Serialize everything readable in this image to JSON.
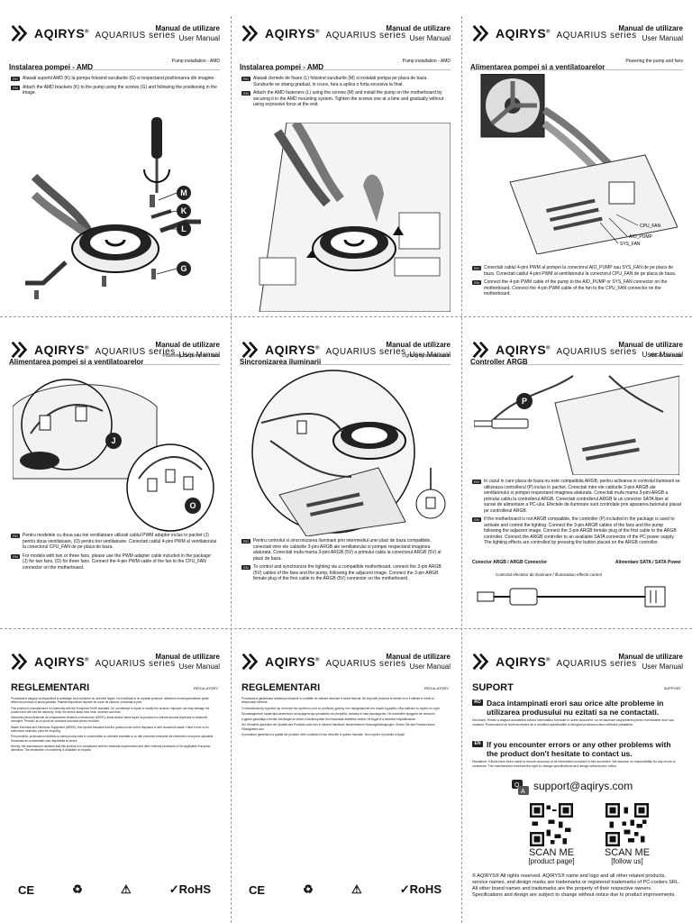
{
  "header": {
    "brand": "AQIRYS",
    "trademark": "®",
    "series": "AQUARIUS series",
    "manual_ro": "Manual de utilizare",
    "manual_en": "User Manual"
  },
  "flags": {
    "ro": "RO",
    "en": "EN"
  },
  "panels": [
    {
      "title": "Instalarea pompei - AMD",
      "subtitle": "Pump installation - AMD",
      "steps": [
        "Atasati suportii AMD (K) la pompa folosind suruburile (G) si respectand pozitionarea din imagine.",
        "Attach the AMD brackets (K) to the pump using the screws (G) and following the positioning in the image."
      ],
      "labels": [
        "M",
        "K",
        "L",
        "G"
      ]
    },
    {
      "title": "Instalarea pompei - AMD",
      "subtitle": "Pump installation - AMD",
      "steps": [
        "Atasati clemele de fixare (L) folosind suruburile (M) si instalati pompa pe placa de baza. Suruburile se strang gradual, in cruce, fara a aplica o forta excesiva la final.",
        "Attach the AMD fasteners (L) using the screws (M) and install the pump on the motherboard by securing it in the AMD mounting system. Tighten the screws one at a time and gradually without using excessive force at the end."
      ]
    },
    {
      "title": "Alimentarea pompei si a ventilatoarelor",
      "subtitle": "Powering the pump and fans",
      "labels": [
        "CPU_FAN",
        "AIO_PUMP",
        "SYS_FAN"
      ],
      "steps": [
        "Conectati cablul 4-pini PWM al pompei la conectorul AIO_PUMP sau SYS_FAN de pe placa de baza. Conectati cablul 4-pini PWM al ventilatorului la conectorul CPU_FAN de pe placa de baza.",
        "Connect the 4-pin PWM cable of the pump to the AIO_PUMP or SYS_FAN connector on the motherboard. Connect the 4-pin PWM cable of the fan to the CPU_FAN connector on the motherboard."
      ]
    },
    {
      "title": "Alimentarea pompei si a ventilatoarelor",
      "subtitle": "Powering the pump and fans",
      "labels": [
        "J",
        "O"
      ],
      "steps": [
        "Pentru modelele cu doua sau trei ventilatoare utilizati cablul PWM adaptor inclus in pachet (J) pentru doua ventilatoare, (O) pentru trei ventilatoare. Conectati cablul 4-pini PWM al ventilatorului la conectorul CPU_FAN de pe placa de baza.",
        "For models with two or three fans, please use the PWM adapter cable included in the package: (J) for two fans, (O) for three fans. Connect the 4-pin PWM cable of the fan to the CPU_FAN connector on the motherboard."
      ]
    },
    {
      "title": "Sincronizarea iluminarii",
      "subtitle": "Lighting synchronization",
      "steps": [
        "Pentru controlul si sincronizarea iluminarii prin intermediul unei placi de baza compatibile, conectati intre ele cablurile 3-pini ARGB ale ventilatorului si pompei respectand imaginea alaturata. Conectati mufa mama 3-pini ARGB (5V) a primului cablu la conectorul ARGB (5V) al placii de baza.",
        "To control and synchronize the lighting via a compatible motherboard, connect the 3-pin ARGB (5V) cables of the fans and the pump, following the adjacent image. Connect the 3-pin ARGB female plug of the first cable to the ARGB (5V) connector on the motherboard."
      ]
    },
    {
      "title": "Controller ARGB",
      "subtitle": "ARGB Controller",
      "labels": [
        "P"
      ],
      "steps": [
        "In cazul in care placa de baza nu este compatibila ARGB, pentru activarea si controlul iluminarii se utilizeaza controllerul (P) inclus in pachet. Conectati intre ele cablurile 3-pini ARGB ale ventilatorului si pompei respectand imaginea alaturata. Conectati mufa mama 3-pini ARGB a primului cablu la controllerul ARGB. Conectati controllerul ARGB la un conector SATA liber al sursei de alimentare a PC-ului. Efectele de iluminare sunt controlate prin apasarea butonului plasat pe controllerul ARGB.",
        "If the motherboard is not ARGB compatible, the controller (P) included in the package is used to activate and control the lighting. Connect the 3-pin ARGB cables of the fans and the pump following the adjacent image. Connect the 3-pin ARGB female plug of the first cable to the ARGB controller. Connect the ARGB controller to an available SATA connector of the PC power supply. The lighting effects are controlled by pressing the button placed on the ARGB controller."
      ],
      "conn_argb": "Conector ARGB / ARGB Connector",
      "conn_sata": "Alimentare SATA / SATA Power",
      "ctrl_label": "Controlul efectelor de iluminare / Illumination effects control"
    }
  ],
  "regulatory": {
    "title": "REGLEMENTARI",
    "subtitle": "REGULATORY",
    "left_paragraphs": [
      "Producatorul asigura ca dispozitivul si ambalajul sunt conforme cu cerintele legale. Nu modificati si nu reparati produsul; utilizarea necorespunzatoare poate deteriora produsul si anula garantia. Pastrati dispozitivul departe de surse de caldura, umezeala si praf.",
      "This product is manufactured in conformity with the European RoHS standard. Do not attempt to repair or modify the product; improper use may damage the product and will void the warranty. Keep the device away from heat, moisture and dust.",
      "Informatii privind deseurile de echipamente electrice si electronice (DEEE): acest simbol indica faptul ca produsul nu trebuie aruncat impreuna cu deseurile menajere. Predati-l la un punct de colectare autorizat pentru reciclare.",
      "Waste Electrical and Electronic Equipment (WEEE): this symbol indicates that the product must not be disposed of with household waste. Hand it over to an authorized collection point for recycling.",
      "Prin prezenta, producatorul declara ca acest produs este in conformitate cu cerintele esentiale si cu alte prevederi relevante ale directivelor europene aplicabile. Declaratia de conformitate este disponibila la cerere.",
      "Hereby, the manufacturer declares that this product is in compliance with the essential requirements and other relevant provisions of the applicable European directives. The declaration of conformity is available on request."
    ],
    "right_paragraphs": [
      "Producatorul garanteaza calitatea produsului in conditiile de utilizare descrise in acest manual. Nu expuneti produsul la lichide si nu il utilizati in medii cu temperaturi extreme.",
      "Ο κατασκευαστής εγγυάται την ποιότητα του προϊόντος υπό τις συνθήκες χρήσης που περιγράφονται στο παρόν εγχειρίδιο. Μην εκθέτετε το προϊόν σε υγρά.",
      "Производителят гарантира качеството на продукта при условията на употреба, описани в това ръководство. Не излагайте продукта на течности.",
      "A gyártó garantálja a termék minőségét az ebben a kézikönyvben leírt használati feltételek mellett. Ne tegye ki a terméket folyadékoknak.",
      "Der Hersteller garantiert die Qualität des Produkts unter den in diesem Handbuch beschriebenen Nutzungsbedingungen. Setzen Sie das Produkt keinen Flüssigkeiten aus.",
      "Il produttore garantisce la qualità del prodotto nelle condizioni d'uso descritte in questo manuale. Non esporre il prodotto a liquidi."
    ],
    "certs": [
      "CE",
      "♻",
      "⚠",
      "✓RoHS"
    ]
  },
  "support": {
    "title": "SUPORT",
    "subtitle": "SUPPORT",
    "ro_head": "Daca intampinati erori sau orice alte probleme in utilizarea produsului nu ezitati sa ne contactati.",
    "ro_body": "Declinare: Pentru a asigura acuratetea tuturor informatiilor furnizate in acest document, nu ne asumam raspunderea pentru eventualele erori sau omisiuni. Producatorul isi rezerva dreptul de a modifica specificatiile si designul produsului fara notificare prealabila.",
    "en_head": "If you encounter errors or any other problems with the product don't hesitate to contact us.",
    "en_body": "Disclaimer: Efforts have been made to ensure accuracy of all information provided in this document. We assume no responsibility for any errors or omissions. The manufacturer reserves the right to change specifications and design without prior notice.",
    "email": "support@aqirys.com",
    "scan1": "SCAN ME",
    "scan1_sub": "[product page]",
    "scan2": "SCAN ME",
    "scan2_sub": "[follow us]",
    "legal": "© AQIRYS® All rights reserved. AQIRYS® name and logo and all other related products, service names, and design marks are trademarks or registered trademarks of PC-coolers SRL. All other brand names and trademarks are the property of their respective owners. Specifications and design are subject to change without notice due to product improvements."
  }
}
